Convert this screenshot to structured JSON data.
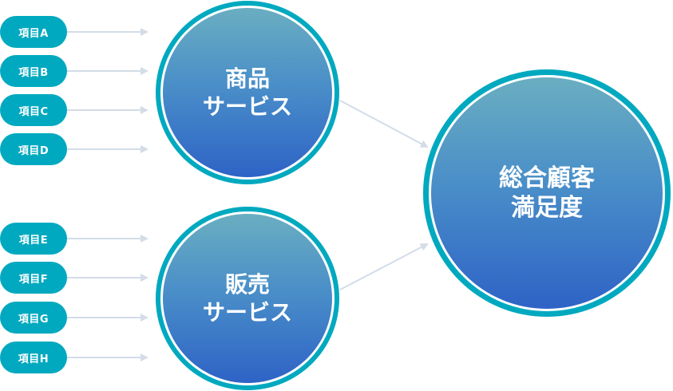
{
  "items_group1": [
    {
      "label": "項目A"
    },
    {
      "label": "項目B"
    },
    {
      "label": "項目C"
    },
    {
      "label": "項目D"
    }
  ],
  "items_group2": [
    {
      "label": "項目E"
    },
    {
      "label": "項目F"
    },
    {
      "label": "項目G"
    },
    {
      "label": "項目H"
    }
  ],
  "circle_product": {
    "line1": "商品",
    "line2": "サービス"
  },
  "circle_sales": {
    "line1": "販売",
    "line2": "サービス"
  },
  "circle_total": {
    "line1": "総合顧客",
    "line2": "満足度"
  },
  "colors": {
    "accent": "#00a9bf",
    "gradient_top": "#6aaec1",
    "gradient_bottom": "#2e63c6",
    "connector": "#d3dce7"
  }
}
